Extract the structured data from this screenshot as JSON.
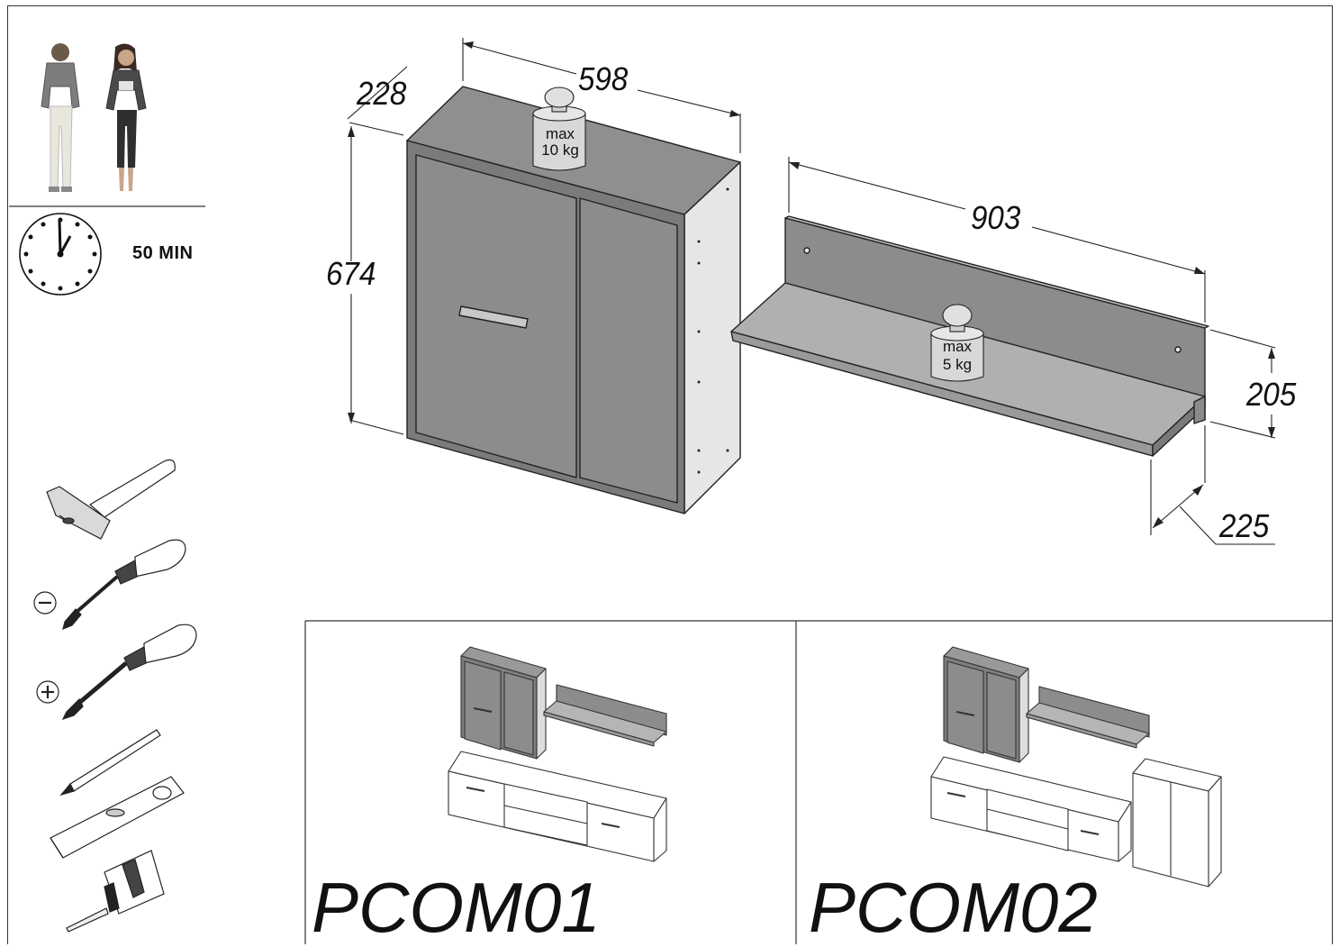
{
  "assembly": {
    "time_label": "50 MIN",
    "people_count": 2,
    "tools": [
      "hammer-icon",
      "flat-screwdriver-icon",
      "phillips-screwdriver-icon",
      "pencil-icon",
      "spirit-level-icon",
      "tape-measure-icon"
    ]
  },
  "cabinet": {
    "dim_depth": "228",
    "dim_width": "598",
    "dim_height": "674",
    "load_line1": "max",
    "load_line2": "10 kg"
  },
  "shelf": {
    "dim_width": "903",
    "dim_height": "205",
    "dim_depth": "225",
    "load_line1": "max",
    "load_line2": "5 kg"
  },
  "models": [
    {
      "label": "PCOM01"
    },
    {
      "label": "PCOM02"
    }
  ],
  "colors": {
    "panel_gray": "#8c8c8c",
    "panel_light": "#b4b4b4",
    "line": "#222222"
  }
}
